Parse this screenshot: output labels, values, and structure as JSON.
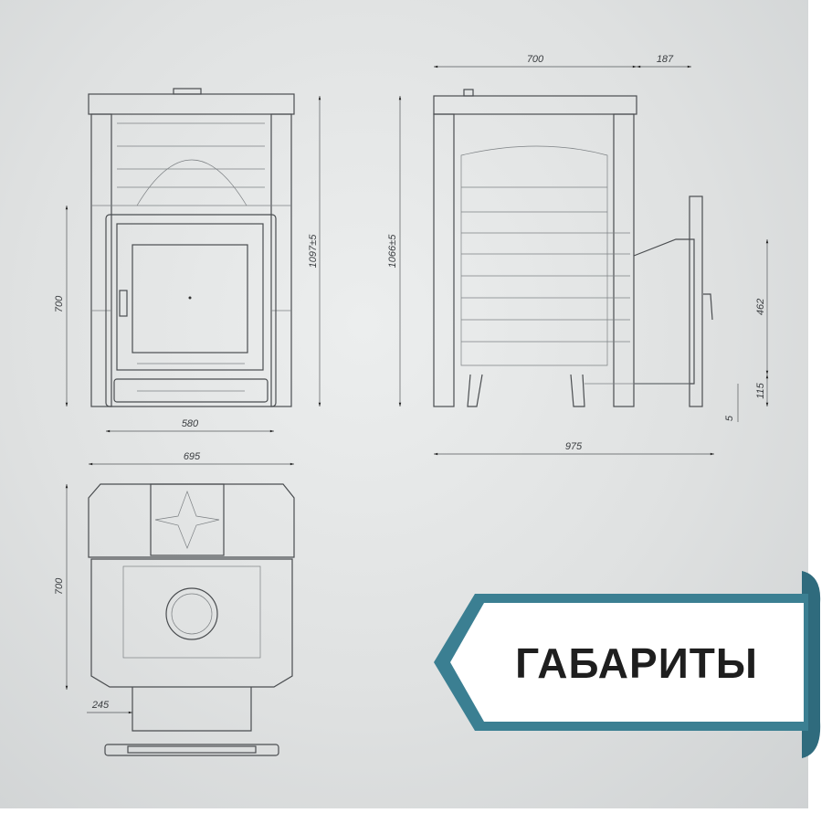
{
  "banner": {
    "title": "ГАБАРИТЫ",
    "accent_color": "#3b7f92"
  },
  "front_view": {
    "height_total": "1097±5",
    "height_door": "700",
    "width_bottom": "580"
  },
  "side_view": {
    "depth": "700",
    "door_offset": "187",
    "height_total": "1066±5",
    "door_height": "462",
    "door_bottom": "115",
    "door_gap": "5",
    "depth_total": "975"
  },
  "top_view": {
    "width": "695",
    "depth": "700",
    "flue_offset": "245"
  }
}
